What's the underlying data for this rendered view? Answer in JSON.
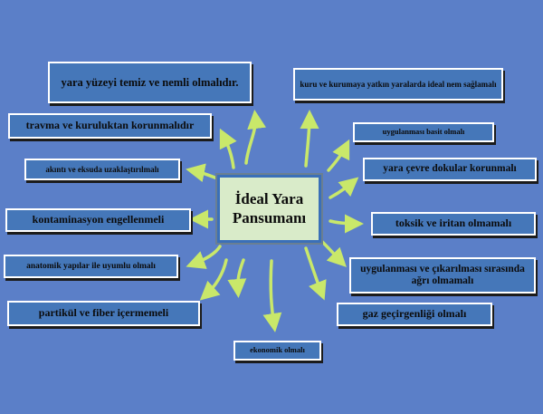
{
  "center": "İdeal Yara\nPansumanı",
  "colors": {
    "background": "#5b7fc8",
    "box": "#4577b9",
    "arrow": "#c9e86a",
    "center": "#d9ebc9"
  },
  "left": [
    "yara yüzeyi temiz ve nemli olmalıdır.",
    "travma ve kuruluktan korunmalıdır",
    "akıntı ve eksuda uzaklaştırılmalı",
    "kontaminasyon engellenmeli",
    "anatomik yapılar ile uyumlu olmalı",
    "partikül ve fiber içermemeli"
  ],
  "right": [
    "kuru ve kurumaya yatkın yaralarda ideal nem sağlamalı",
    "uygulanması basit olmalı",
    "yara çevre dokular korunmalı",
    "toksik ve iritan olmamalı",
    "uygulanması ve çıkarılması sırasında ağrı olmamalı",
    "gaz geçirgenliği olmalı"
  ],
  "bottom": "ekonomik olmalı"
}
